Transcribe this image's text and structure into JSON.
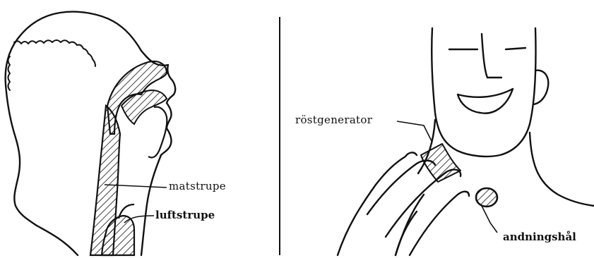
{
  "labels": {
    "matstrupe": "matstrupe",
    "luftstrupe": "luftstrupe",
    "rostgenerator": "röstgenerator",
    "andningshal": "andningshål"
  },
  "colors": {
    "ink": "#111111",
    "background": "#ffffff"
  },
  "icons": [
    "head-profile-illustration",
    "front-face-illustration",
    "hand-illustration",
    "stoma-hole-icon"
  ]
}
